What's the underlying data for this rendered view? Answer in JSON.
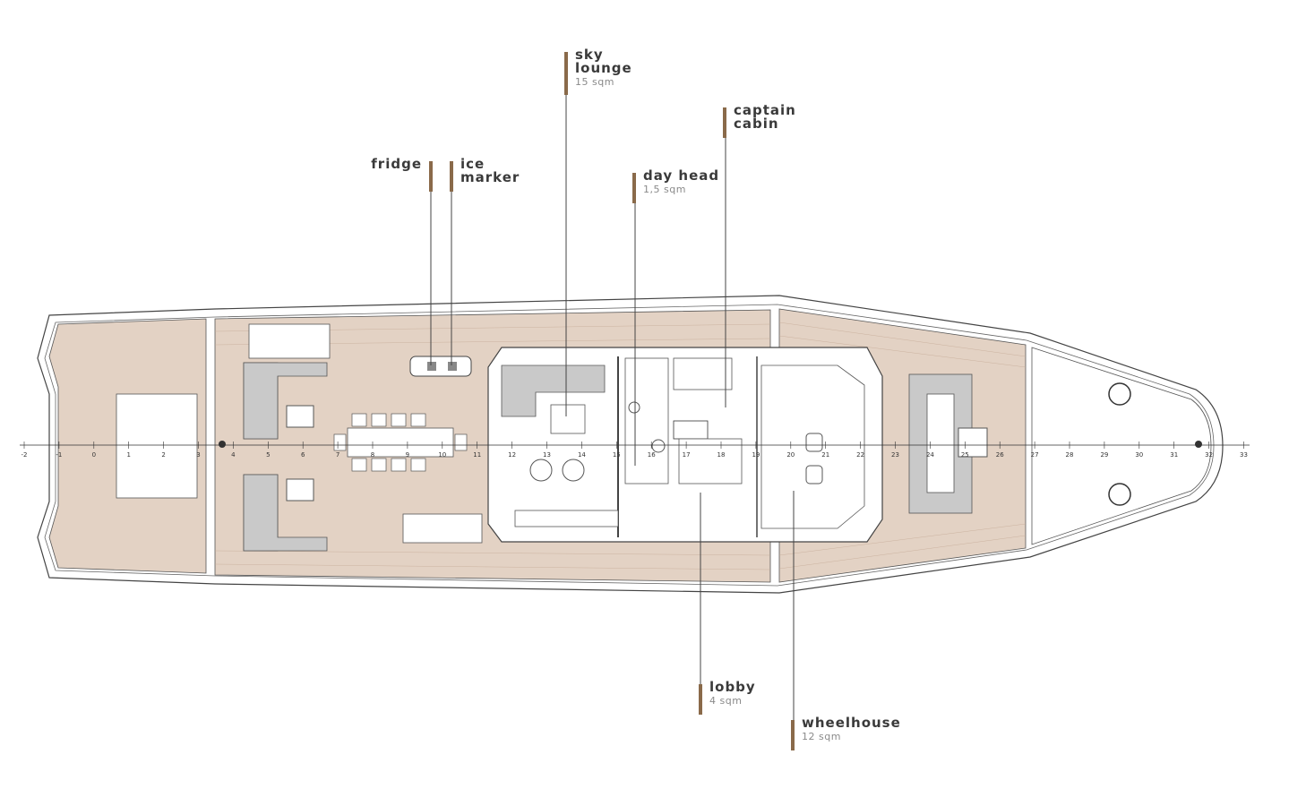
{
  "labels": [
    {
      "id": "fridge",
      "title": "fridge",
      "area": ""
    },
    {
      "id": "ice-marker",
      "title_line1": "ice",
      "title_line2": "marker",
      "area": ""
    },
    {
      "id": "sky-lounge",
      "title_line1": "sky",
      "title_line2": "lounge",
      "area": "15 sqm"
    },
    {
      "id": "captain-cabin",
      "title_line1": "captain",
      "title_line2": "cabin",
      "area": ""
    },
    {
      "id": "day-head",
      "title": "day head",
      "area": "1,5 sqm"
    },
    {
      "id": "lobby",
      "title": "lobby",
      "area": "4 sqm"
    },
    {
      "id": "wheelhouse",
      "title": "wheelhouse",
      "area": "12 sqm"
    }
  ],
  "frames": [
    "-2",
    "-1",
    "0",
    "1",
    "2",
    "3",
    "4",
    "5",
    "6",
    "7",
    "8",
    "9",
    "10",
    "11",
    "12",
    "13",
    "14",
    "15",
    "16",
    "17",
    "18",
    "19",
    "20",
    "21",
    "22",
    "23",
    "24",
    "25",
    "26",
    "27",
    "28",
    "29",
    "30",
    "31",
    "32",
    "33"
  ],
  "colors": {
    "deck": "#e3d2c4",
    "accent": "#8a6a4a",
    "furniture": "#c9c9c9",
    "line": "#444444"
  }
}
